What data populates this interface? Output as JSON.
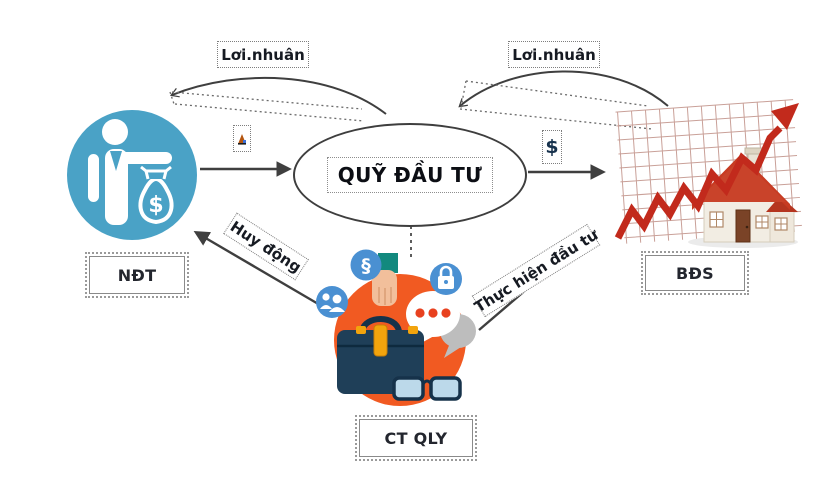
{
  "diagram": {
    "nodes": {
      "investor": "NĐT",
      "fund": "QUỸ ĐẦU TƯ",
      "manager": "CT QLY",
      "real_estate": "BĐS"
    },
    "flow_labels": {
      "profit_left": "Lơi.nhuân",
      "profit_right": "Lơi.nhuân",
      "mobilize": "Huy động",
      "execute": "Thực hiện đầu tư",
      "money_to_market": "$",
      "money_bag": "$",
      "law_badge": "§"
    },
    "colors": {
      "investor_circle": "#4AA2C6",
      "manager_circle": "#F15A22",
      "badge_blue": "#4A90D2",
      "chart_line_red": "#C22A1C",
      "arrow_gray": "#3F3F3F"
    }
  }
}
